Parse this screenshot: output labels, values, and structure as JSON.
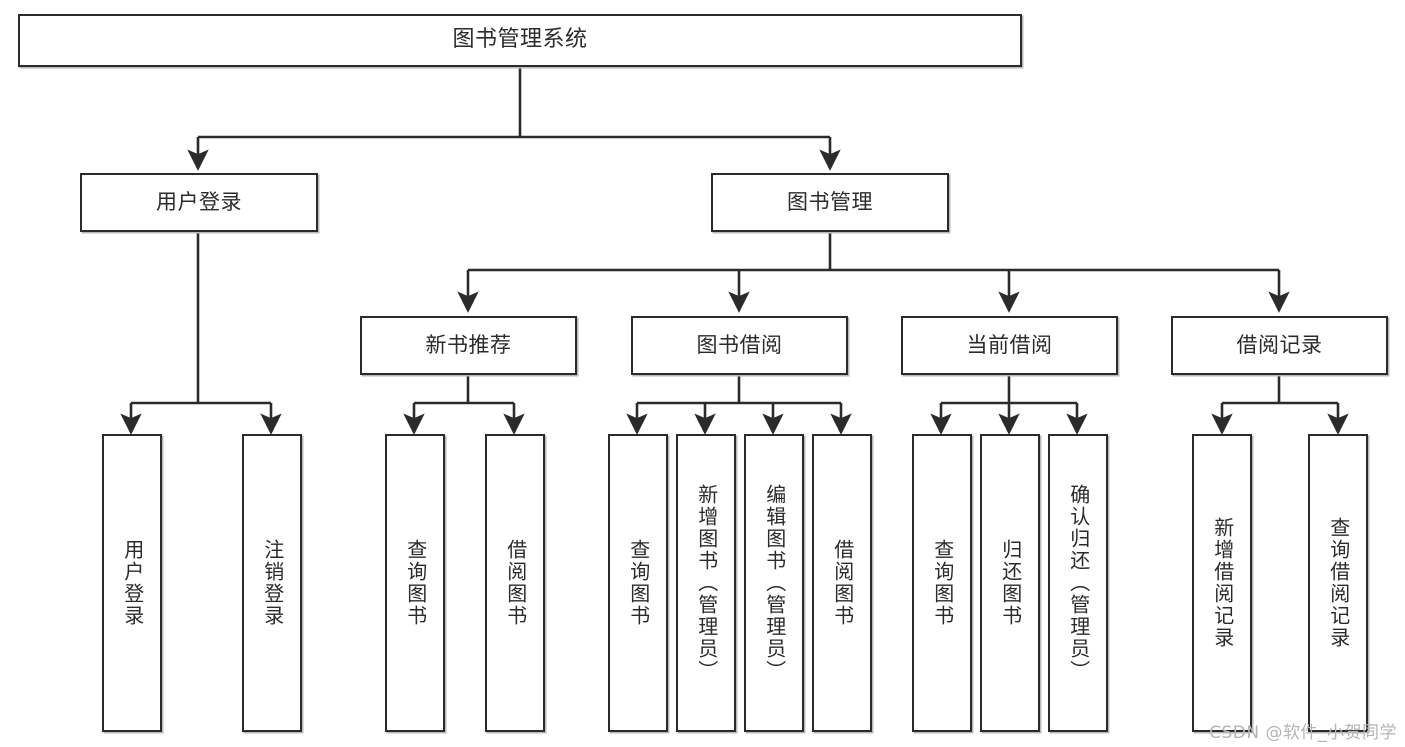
{
  "diagram": {
    "title": "图书管理系统",
    "type": "hierarchy-tree",
    "watermark": "CSDN @软件_小贺同学",
    "colors": {
      "box_border": "#2b2b2b",
      "box_fill": "#ffffff",
      "text": "#2b2b2b",
      "connector": "#2b2b2b",
      "shadow": "#b9b9b9",
      "watermark": "#b4b4b4"
    },
    "levels": {
      "root": {
        "label": "图书管理系统"
      },
      "level2": [
        {
          "id": "user-login",
          "label": "用户登录"
        },
        {
          "id": "book-manage",
          "label": "图书管理"
        }
      ],
      "level3": [
        {
          "id": "new-book-recommend",
          "label": "新书推荐"
        },
        {
          "id": "book-borrow",
          "label": "图书借阅"
        },
        {
          "id": "current-borrow",
          "label": "当前借阅"
        },
        {
          "id": "borrow-record",
          "label": "借阅记录"
        }
      ],
      "leaves": {
        "user_login": [
          {
            "id": "leaf-user-login",
            "label": "用户登录"
          },
          {
            "id": "leaf-logout-login",
            "label": "注销登录"
          }
        ],
        "new_book_recommend": [
          {
            "id": "leaf-query-book-1",
            "label": "查询图书"
          },
          {
            "id": "leaf-borrow-book-1",
            "label": "借阅图书"
          }
        ],
        "book_borrow": [
          {
            "id": "leaf-query-book-2",
            "label": "查询图书"
          },
          {
            "id": "leaf-add-book-admin",
            "label": "新增图书（管理员）"
          },
          {
            "id": "leaf-edit-book-admin",
            "label": "编辑图书（管理员）"
          },
          {
            "id": "leaf-borrow-book-2",
            "label": "借阅图书"
          }
        ],
        "current_borrow": [
          {
            "id": "leaf-query-book-3",
            "label": "查询图书"
          },
          {
            "id": "leaf-return-book",
            "label": "归还图书"
          },
          {
            "id": "leaf-confirm-return-admin",
            "label": "确认归还（管理员）"
          }
        ],
        "borrow_record": [
          {
            "id": "leaf-add-borrow-record",
            "label": "新增借阅记录"
          },
          {
            "id": "leaf-query-borrow-record",
            "label": "查询借阅记录"
          }
        ]
      }
    }
  }
}
